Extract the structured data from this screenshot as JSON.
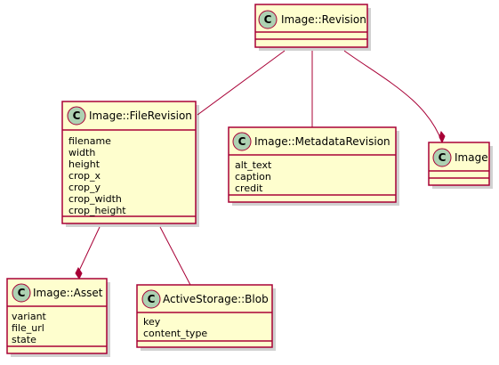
{
  "diagram": {
    "badge_letter": "C",
    "colors": {
      "box_fill": "#FEFECE",
      "border": "#A80036",
      "badge": "#ADD1B2"
    },
    "classes": {
      "revision": {
        "name": "Image::Revision",
        "attributes": []
      },
      "file_revision": {
        "name": "Image::FileRevision",
        "attributes": [
          "filename",
          "width",
          "height",
          "crop_x",
          "crop_y",
          "crop_width",
          "crop_height"
        ]
      },
      "metadata_revision": {
        "name": "Image::MetadataRevision",
        "attributes": [
          "alt_text",
          "caption",
          "credit"
        ]
      },
      "image": {
        "name": "Image",
        "attributes": []
      },
      "asset": {
        "name": "Image::Asset",
        "attributes": [
          "variant",
          "file_url",
          "state"
        ]
      },
      "blob": {
        "name": "ActiveStorage::Blob",
        "attributes": [
          "key",
          "content_type"
        ]
      }
    },
    "relations": [
      {
        "from": "revision",
        "to": "file_revision",
        "kind": "association"
      },
      {
        "from": "revision",
        "to": "metadata_revision",
        "kind": "association"
      },
      {
        "from": "revision",
        "to": "image",
        "kind": "composition"
      },
      {
        "from": "file_revision",
        "to": "asset",
        "kind": "composition"
      },
      {
        "from": "file_revision",
        "to": "blob",
        "kind": "association"
      }
    ]
  }
}
